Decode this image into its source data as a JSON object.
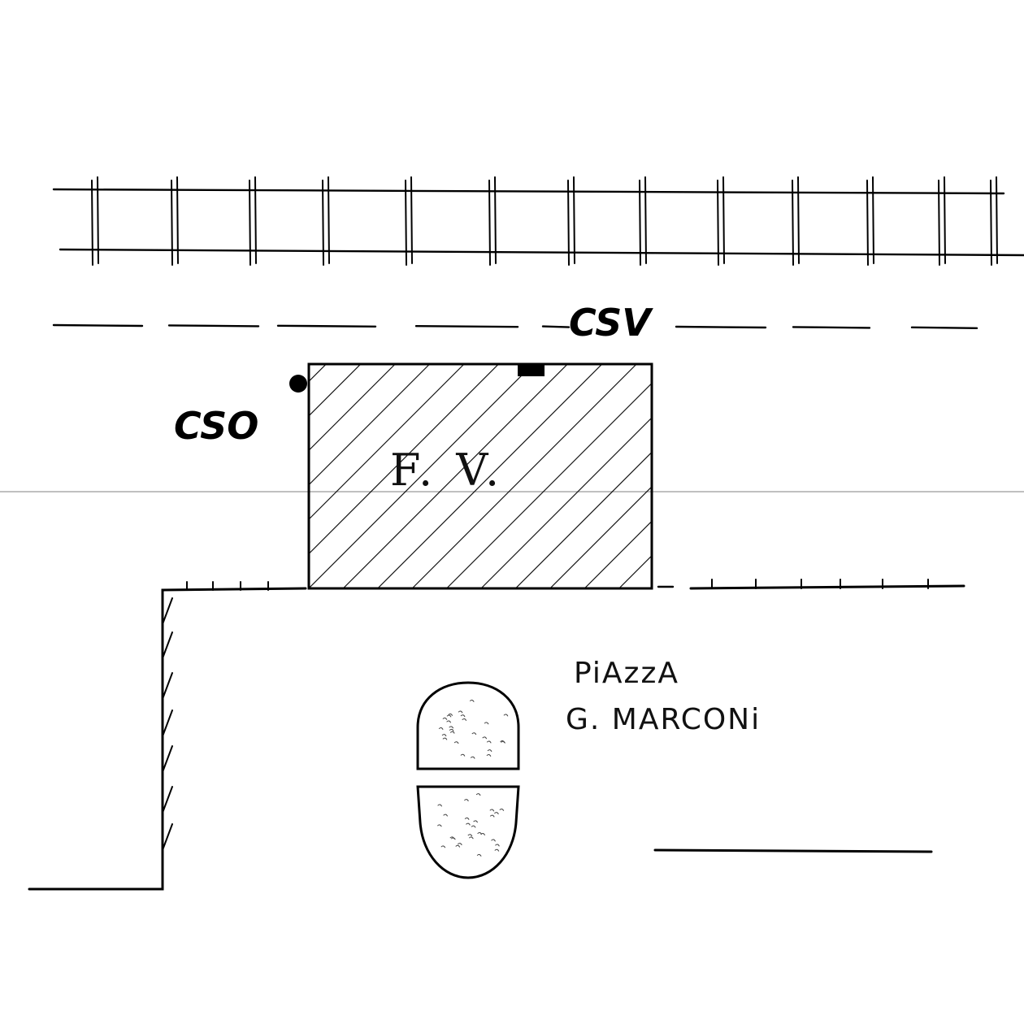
{
  "labels": {
    "csv": "CSV",
    "cso": "CSO",
    "building": "F. V.",
    "square_line1": "PiAzzA",
    "square_line2": "G. MARCONi"
  },
  "colors": {
    "ink": "#000000",
    "paper": "#ffffff",
    "scan_line": "#9a9a9a",
    "bed_fill": "#ffffff"
  }
}
